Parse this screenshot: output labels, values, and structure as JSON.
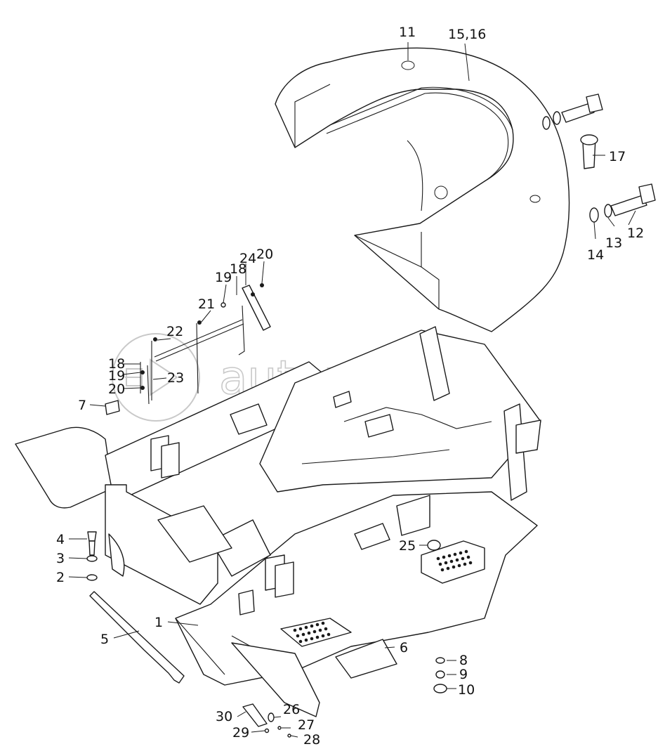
{
  "watermark": {
    "text": "autopiter.ru",
    "color": "#c9c9c9"
  },
  "callouts": [
    {
      "id": "c1",
      "text": "1"
    },
    {
      "id": "c2",
      "text": "2"
    },
    {
      "id": "c3",
      "text": "3"
    },
    {
      "id": "c4",
      "text": "4"
    },
    {
      "id": "c5",
      "text": "5"
    },
    {
      "id": "c6",
      "text": "6"
    },
    {
      "id": "c7",
      "text": "7"
    },
    {
      "id": "c8",
      "text": "8"
    },
    {
      "id": "c9",
      "text": "9"
    },
    {
      "id": "c10",
      "text": "10"
    },
    {
      "id": "c11",
      "text": "11"
    },
    {
      "id": "c12",
      "text": "12"
    },
    {
      "id": "c13",
      "text": "13"
    },
    {
      "id": "c14",
      "text": "14"
    },
    {
      "id": "c15",
      "text": "15,16"
    },
    {
      "id": "c17",
      "text": "17"
    },
    {
      "id": "c18a",
      "text": "18"
    },
    {
      "id": "c19a",
      "text": "19"
    },
    {
      "id": "c20a",
      "text": "20"
    },
    {
      "id": "c24",
      "text": "24"
    },
    {
      "id": "c21",
      "text": "21"
    },
    {
      "id": "c22",
      "text": "22"
    },
    {
      "id": "c23",
      "text": "23"
    },
    {
      "id": "c18b",
      "text": "18"
    },
    {
      "id": "c19b",
      "text": "19"
    },
    {
      "id": "c20b",
      "text": "20"
    },
    {
      "id": "c25",
      "text": "25"
    },
    {
      "id": "c26",
      "text": "26"
    },
    {
      "id": "c27",
      "text": "27"
    },
    {
      "id": "c28",
      "text": "28"
    },
    {
      "id": "c29",
      "text": "29"
    },
    {
      "id": "c30",
      "text": "30"
    }
  ]
}
